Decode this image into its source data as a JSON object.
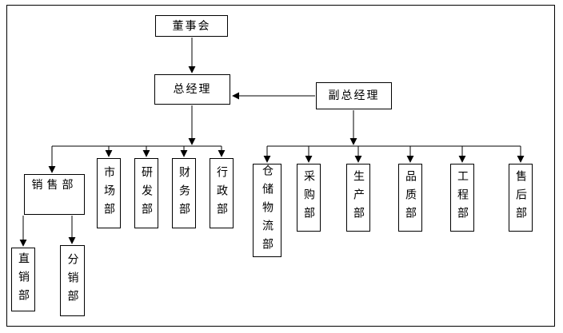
{
  "colors": {
    "line": "#000000",
    "background": "#ffffff",
    "text": "#000000"
  },
  "nodes": {
    "board": "董事会",
    "gm": "总经理",
    "dgm": "副总经理",
    "sales": "销售部",
    "market": "市场部",
    "rd": "研发部",
    "finance": "财务部",
    "admin": "行政部",
    "warehouse": "仓储物流部",
    "purchase": "采购部",
    "production": "生产部",
    "quality": "品质部",
    "engineering": "工程部",
    "aftersales": "售后部",
    "direct": "直销部",
    "distribution": "分销部"
  },
  "edges": [
    [
      "board",
      "gm"
    ],
    [
      "dgm",
      "gm"
    ],
    [
      "gm",
      "sales"
    ],
    [
      "gm",
      "market"
    ],
    [
      "gm",
      "rd"
    ],
    [
      "gm",
      "finance"
    ],
    [
      "gm",
      "admin"
    ],
    [
      "dgm",
      "warehouse"
    ],
    [
      "dgm",
      "purchase"
    ],
    [
      "dgm",
      "production"
    ],
    [
      "dgm",
      "quality"
    ],
    [
      "dgm",
      "engineering"
    ],
    [
      "dgm",
      "aftersales"
    ],
    [
      "sales",
      "direct"
    ],
    [
      "sales",
      "distribution"
    ]
  ]
}
